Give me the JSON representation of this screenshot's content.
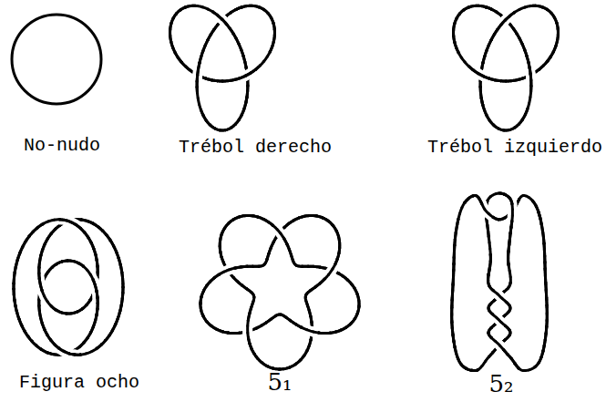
{
  "diagram": {
    "labels": [
      "No-nudo",
      "Trébol derecho",
      "Trébol izquierdo",
      "Figura ocho",
      "5₁",
      "5₂"
    ]
  }
}
